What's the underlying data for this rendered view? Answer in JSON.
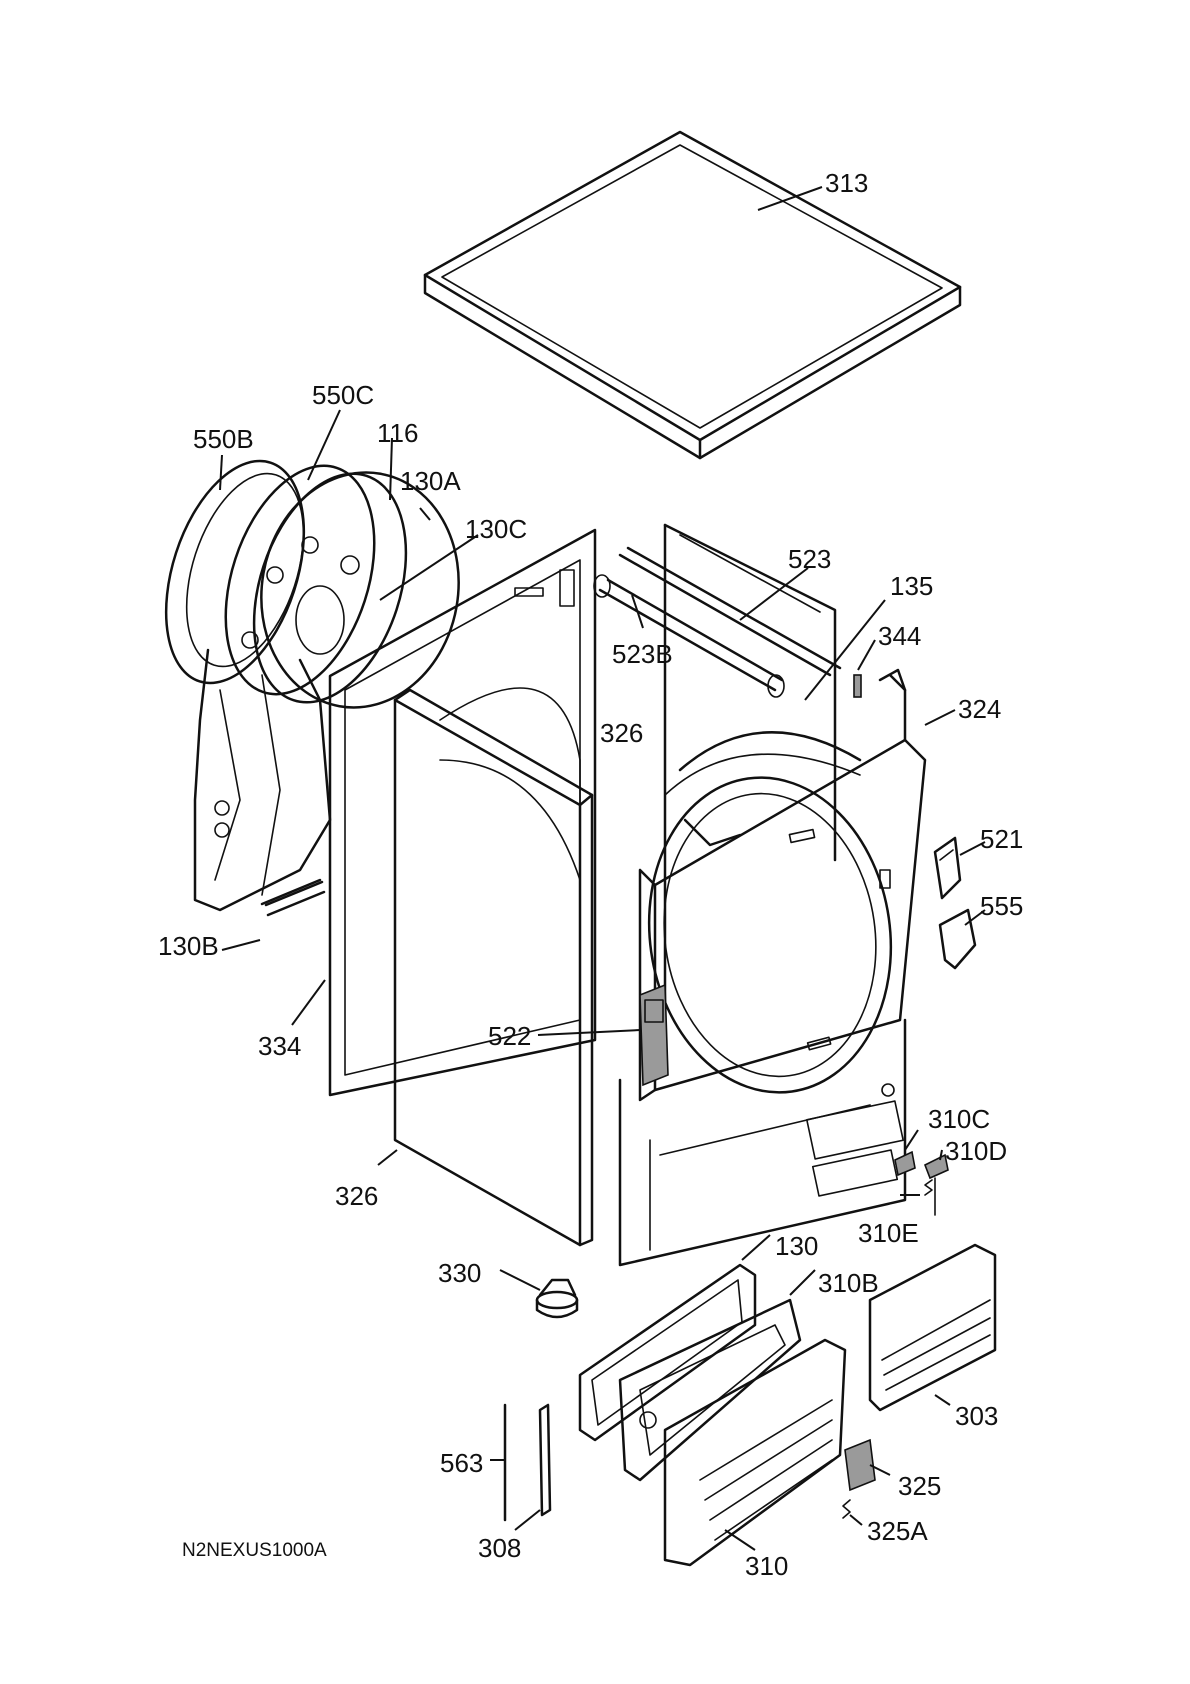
{
  "diagram": {
    "drawing_code": "N2NEXUS1000A",
    "callouts": [
      "313",
      "550C",
      "550B",
      "116",
      "130A",
      "130C",
      "523",
      "135",
      "523B",
      "344",
      "326",
      "324",
      "521",
      "555",
      "130B",
      "334",
      "522",
      "310C",
      "310D",
      "326",
      "310E",
      "130",
      "330",
      "310B",
      "303",
      "563",
      "325",
      "325A",
      "308",
      "310"
    ]
  }
}
